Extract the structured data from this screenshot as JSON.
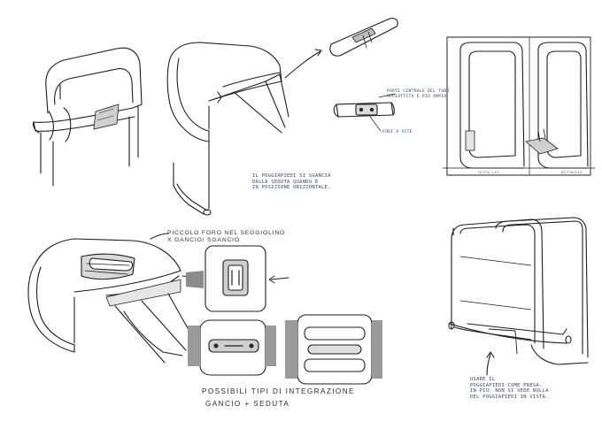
{
  "notes": {
    "footrest_seat": "Il poggiapiedi si sgancia\ndalla seduta quando è\nin posizione orizzontale.",
    "tube_detail": "parte centrale del tubo\nappiattita e più ampia",
    "holes": "fori a vite",
    "small_hole": "Piccolo foro nel seggiolino\nx gancio/ sgancio",
    "integration_1": "Possibili tipi di integrazione",
    "integration_2": "Gancio + seduta",
    "frame_note": "Usare il\npoggiapiedi come presa.\nIn più: non si vede nulla\ndel poggiapiedi in vista.",
    "panel_label_left": "vista lat.",
    "panel_label_right": "dettaglio"
  }
}
